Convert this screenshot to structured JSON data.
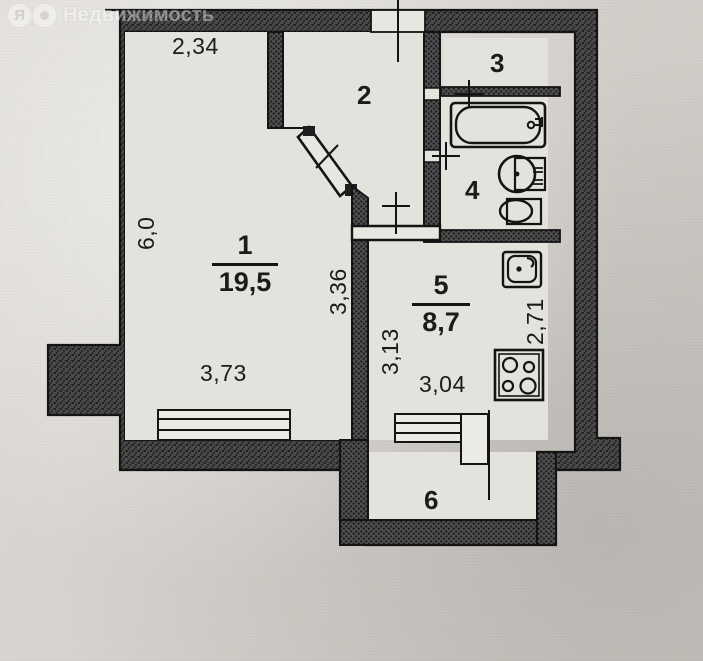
{
  "document": {
    "type": "apartment-floor-plan",
    "description": "Поэтажный план однокомнатной квартиры"
  },
  "watermark": {
    "logo_ya": "Я",
    "logo_o": "o",
    "text": "Недвижимость"
  },
  "rooms": [
    {
      "id": "room-1",
      "number": "1",
      "area": "19,5",
      "name_hint": "living-room"
    },
    {
      "id": "room-2",
      "number": "2",
      "area": "",
      "name_hint": "hallway"
    },
    {
      "id": "room-3",
      "number": "3",
      "area": "",
      "name_hint": "closet"
    },
    {
      "id": "room-4",
      "number": "4",
      "area": "",
      "name_hint": "bathroom"
    },
    {
      "id": "room-5",
      "number": "5",
      "area": "8,7",
      "name_hint": "kitchen"
    },
    {
      "id": "room-6",
      "number": "6",
      "area": "",
      "name_hint": "balcony"
    }
  ],
  "dimensions": {
    "room1_top": "2,34",
    "room1_left": "6,0",
    "room1_bottom": "3,73",
    "room1_right_upper": "3,36",
    "room1_right_lower": "3,13",
    "room5_bottom": "3,04",
    "room5_right": "2,71"
  },
  "fixtures": [
    {
      "name": "bathtub",
      "room": "4"
    },
    {
      "name": "wash-basin",
      "room": "4"
    },
    {
      "name": "toilet",
      "room": "4"
    },
    {
      "name": "kitchen-sink",
      "room": "5"
    },
    {
      "name": "cooktop",
      "room": "5"
    }
  ],
  "colors": {
    "wall_fill": "#3a3a3a",
    "wall_stroke": "#141414",
    "room_fill": "#e2e0db",
    "line": "#141414",
    "paper": "#d8d6d1"
  }
}
